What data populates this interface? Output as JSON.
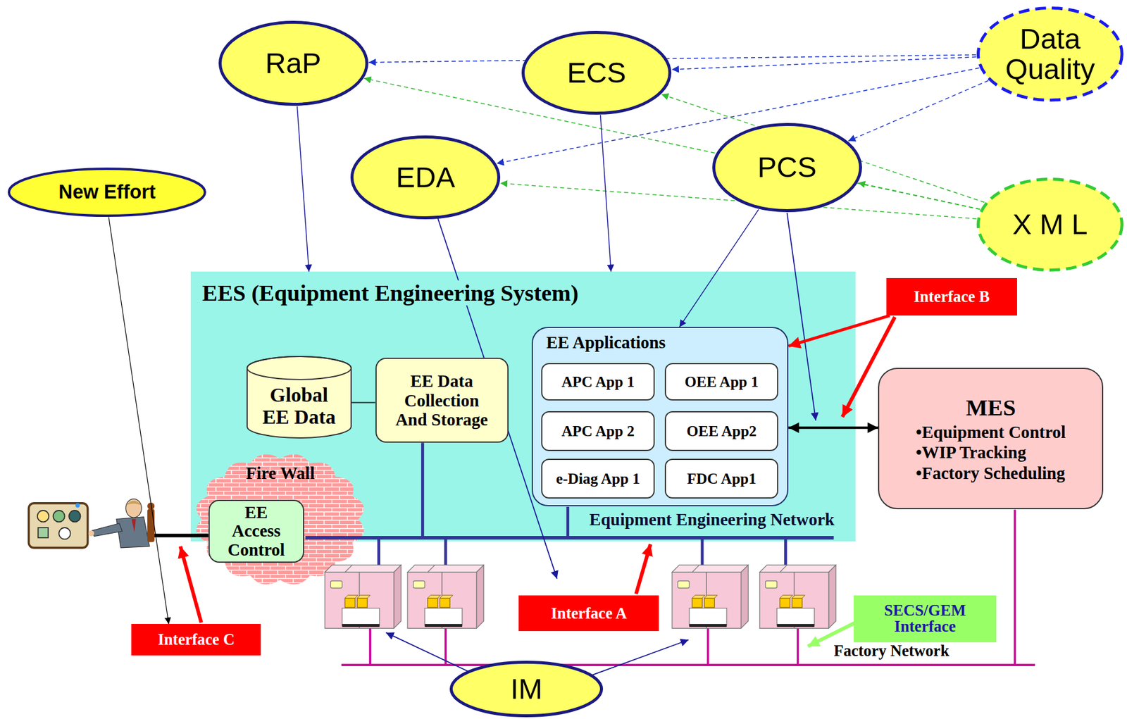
{
  "diagram": {
    "nodes": [
      {
        "text": [
          "RaP"
        ]
      },
      {
        "text": [
          "ECS"
        ]
      },
      {
        "text": [
          "Data Quality"
        ]
      },
      {
        "text": [
          "EDA"
        ]
      },
      {
        "text": [
          "PCS"
        ]
      },
      {
        "text": [
          "New Effort"
        ]
      },
      {
        "text": [
          "X M L"
        ]
      },
      {
        "text": [
          "EES (Equipment Engineering System)"
        ]
      },
      {
        "text": [
          "Global EE Data"
        ],
        "in": 7
      },
      {
        "text": [
          "EE Data Collection And Storage"
        ],
        "in": 7
      },
      {
        "text": [
          "EE Applications"
        ],
        "in": 7
      },
      {
        "text": [
          "APC App 1"
        ],
        "in": 10
      },
      {
        "text": [
          "OEE App 1"
        ],
        "in": 10
      },
      {
        "text": [
          "APC App 2"
        ],
        "in": 10
      },
      {
        "text": [
          "OEE App2"
        ],
        "in": 10
      },
      {
        "text": [
          "e-Diag App 1"
        ],
        "in": 10
      },
      {
        "text": [
          "FDC App1"
        ],
        "in": 10
      },
      {
        "text": [
          "Fire Wall"
        ],
        "in": 7
      },
      {
        "text": [
          "EE Access Control"
        ],
        "in": 17
      },
      {
        "text": [
          "Interface B"
        ]
      },
      {
        "text": [
          "MES",
          "•Equipment Control",
          "•WIP Tracking",
          "•Factory Scheduling"
        ]
      },
      {
        "text": [
          "Interface A"
        ]
      },
      {
        "text": [
          "Interface C"
        ]
      },
      {
        "text": [
          "SECS/GEM Interface"
        ]
      },
      {
        "text": [
          "IM"
        ]
      }
    ],
    "edges": [
      {
        "from": 2,
        "to": 0,
        "arrow": "to"
      },
      {
        "from": 2,
        "to": 1,
        "arrow": "to"
      },
      {
        "from": 2,
        "to": 3,
        "arrow": "to"
      },
      {
        "from": 2,
        "to": 4,
        "arrow": "to"
      },
      {
        "from": 6,
        "to": 0,
        "arrow": "to"
      },
      {
        "from": 6,
        "to": 1,
        "arrow": "to"
      },
      {
        "from": 6,
        "to": 3,
        "arrow": "to"
      },
      {
        "from": 6,
        "to": 4,
        "arrow": "to"
      },
      {
        "from": 0,
        "to": 7,
        "arrow": "to"
      },
      {
        "from": 1,
        "to": 7,
        "arrow": "to"
      },
      {
        "from": 4,
        "to": 10,
        "arrow": "to"
      },
      {
        "from": 10,
        "to": 20,
        "arrow": "both"
      },
      {
        "from": 19,
        "to": 10,
        "arrow": "to"
      },
      {
        "from": 5,
        "to": 22,
        "arrow": "to"
      },
      {
        "from": 8,
        "to": 9,
        "arrow": "none"
      }
    ],
    "labels": [
      "Equipment Engineering Network",
      "Factory Network"
    ]
  }
}
